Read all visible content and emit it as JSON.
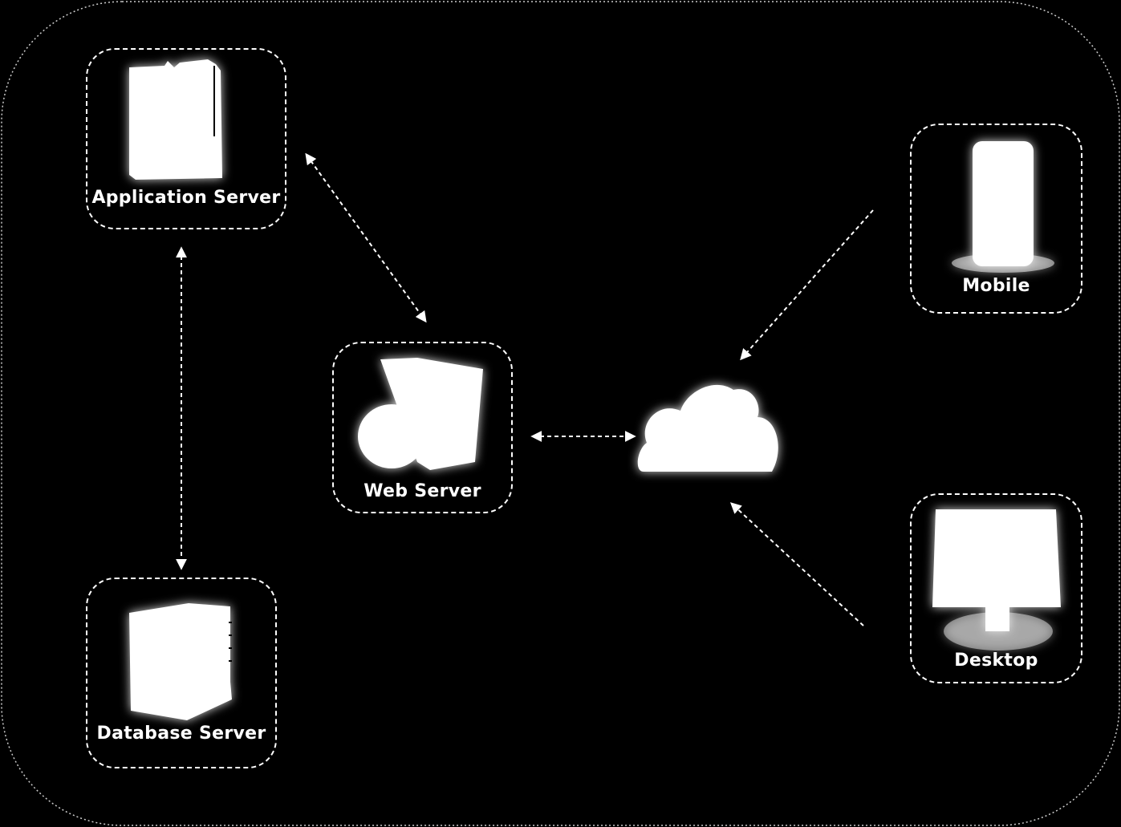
{
  "diagram": {
    "nodes": {
      "app_server": {
        "label": "Application Server",
        "icon": "tower-server-icon"
      },
      "web_server": {
        "label": "Web Server",
        "icon": "web-server-globe-icon"
      },
      "db_server": {
        "label": "Database Server",
        "icon": "rack-server-icon"
      },
      "mobile": {
        "label": "Mobile",
        "icon": "mobile-phone-icon"
      },
      "desktop": {
        "label": "Desktop",
        "icon": "desktop-monitor-icon"
      },
      "cloud": {
        "label": "",
        "icon": "cloud-icon"
      }
    },
    "connections": [
      {
        "from": "Application Server",
        "to": "Web Server",
        "type": "bidirectional"
      },
      {
        "from": "Application Server",
        "to": "Database Server",
        "type": "bidirectional"
      },
      {
        "from": "Web Server",
        "to": "Internet Cloud",
        "type": "bidirectional"
      },
      {
        "from": "Mobile",
        "to": "Internet Cloud",
        "type": "one-way"
      },
      {
        "from": "Desktop",
        "to": "Internet Cloud",
        "type": "one-way"
      }
    ],
    "colors": {
      "background": "#000000",
      "foreground": "#ffffff"
    }
  }
}
